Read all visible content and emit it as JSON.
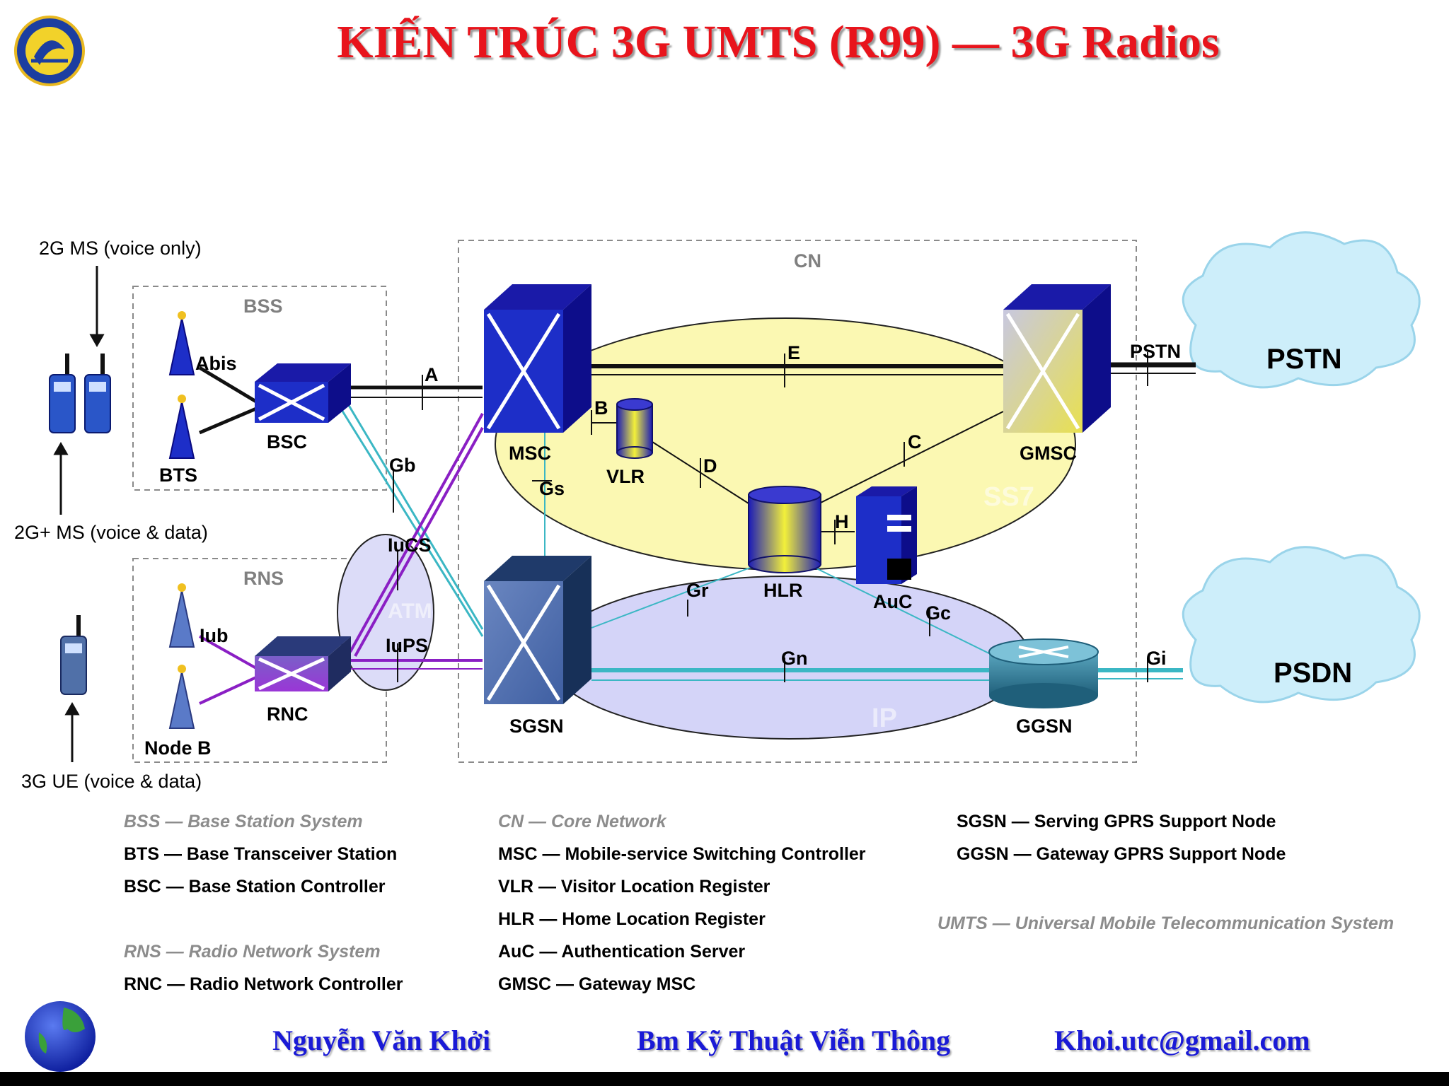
{
  "title": "KIẾN TRÚC 3G UMTS (R99) — 3G Radios",
  "devices": {
    "ms2g": "2G MS (voice only)",
    "ms2gplus": "2G+ MS (voice & data)",
    "ue3g": "3G UE (voice & data)"
  },
  "groups": {
    "bss": "BSS",
    "rns": "RNS",
    "cn": "CN"
  },
  "clouds": {
    "ss7": "SS7",
    "ip": "IP",
    "atm": "ATM",
    "pstn": "PSTN",
    "psdn": "PSDN"
  },
  "nodes": {
    "bts": "BTS",
    "bsc": "BSC",
    "nodeb": "Node B",
    "rnc": "RNC",
    "msc": "MSC",
    "vlr": "VLR",
    "gmsc": "GMSC",
    "hlr": "HLR",
    "auc": "AuC",
    "sgsn": "SGSN",
    "ggsn": "GGSN"
  },
  "interfaces": {
    "abis": "Abis",
    "a": "A",
    "e": "E",
    "pstn": "PSTN",
    "b": "B",
    "c": "C",
    "d": "D",
    "gb": "Gb",
    "gs": "Gs",
    "h": "H",
    "iucs": "IuCS",
    "iub": "Iub",
    "gr": "Gr",
    "gc": "Gc",
    "iups": "IuPS",
    "gn": "Gn",
    "gi": "Gi"
  },
  "legend": {
    "col1": [
      {
        "text": "BSS — Base Station System",
        "style": "grey"
      },
      {
        "text": "BTS — Base Transceiver Station",
        "style": "normal"
      },
      {
        "text": "BSC — Base Station Controller",
        "style": "normal"
      },
      {
        "text": "RNS — Radio Network System",
        "style": "grey"
      },
      {
        "text": "RNC — Radio Network Controller",
        "style": "normal"
      }
    ],
    "col2": [
      {
        "text": "CN — Core Network",
        "style": "grey"
      },
      {
        "text": "MSC — Mobile-service Switching Controller",
        "style": "normal"
      },
      {
        "text": "VLR — Visitor Location Register",
        "style": "normal"
      },
      {
        "text": "HLR — Home Location Register",
        "style": "normal"
      },
      {
        "text": "AuC — Authentication Server",
        "style": "normal"
      },
      {
        "text": "GMSC — Gateway MSC",
        "style": "normal"
      }
    ],
    "col3": [
      {
        "text": "SGSN — Serving GPRS Support Node",
        "style": "normal"
      },
      {
        "text": "GGSN — Gateway GPRS Support Node",
        "style": "normal"
      },
      {
        "text": "UMTS — Universal Mobile Telecommunication System",
        "style": "grey"
      }
    ]
  },
  "footer": {
    "author": "Nguyễn Văn Khởi",
    "department": "Bm Kỹ Thuật Viễn Thông",
    "email": "Khoi.utc@gmail.com"
  },
  "colors": {
    "title": "#e8141c",
    "footer": "#1a1ad6",
    "ss7_fill": "#fbf8b2",
    "ip_fill": "#d4d4f8",
    "atm_fill": "#dcdcf8",
    "cloud_fill": "#cdeefa",
    "cyan_link": "#3bb7c4",
    "purple_link": "#8a1fc4",
    "switch_blue": "#1d2ec8"
  }
}
